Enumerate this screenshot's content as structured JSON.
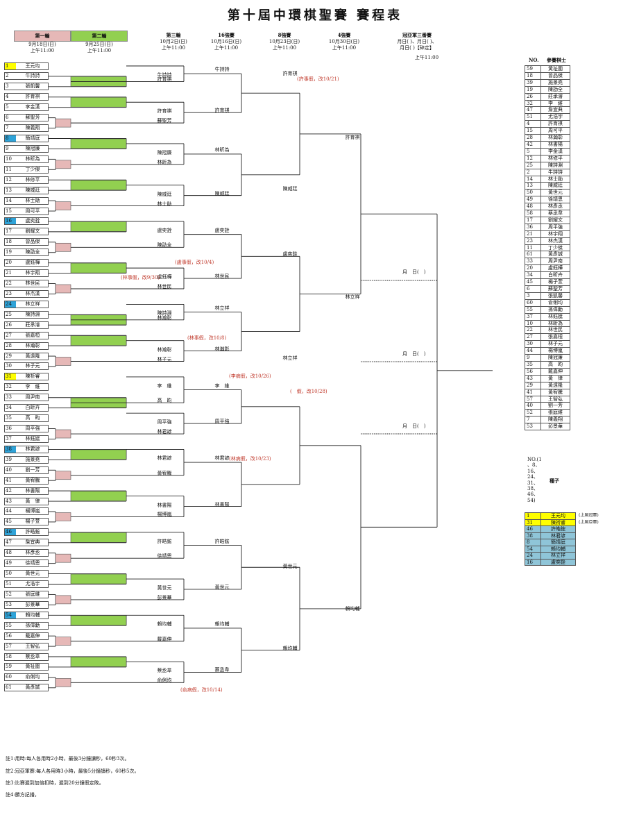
{
  "title": "第十屆中環棋聖賽 賽程表",
  "round_headers": [
    {
      "label": "第一輪",
      "date": "9月18日(日)",
      "time": "上午11:00",
      "bg": "#e6b8b7"
    },
    {
      "label": "第二輪",
      "date": "9月25日(日)",
      "time": "上午11:00",
      "bg": "#92d050"
    },
    {
      "label": "第三輪",
      "date": "10月2日(日)",
      "time": "上午11:00",
      "bg": ""
    },
    {
      "label": "16強賽",
      "date": "10月16日(日)",
      "time": "上午11:00",
      "bg": ""
    },
    {
      "label": "8強賽",
      "date": "10月23日(日)",
      "time": "上午11:00",
      "bg": ""
    },
    {
      "label": "4強賽",
      "date": "10月30日(日)",
      "time": "上午11:00",
      "bg": ""
    }
  ],
  "final_header": {
    "label": "冠亞軍三番賽",
    "line2": "月日( )、月日( )、",
    "line3": "月日( )【碎定】",
    "time": "上午11:00"
  },
  "players": [
    {
      "num": "1",
      "name": "王元均",
      "color": "#ffff00"
    },
    {
      "num": "2",
      "name": "牛詩詩",
      "color": ""
    },
    {
      "num": "3",
      "name": "張凱馨",
      "color": ""
    },
    {
      "num": "4",
      "name": "許育祺",
      "color": ""
    },
    {
      "num": "5",
      "name": "李金漢",
      "color": ""
    },
    {
      "num": "6",
      "name": "蘇聖芳",
      "color": ""
    },
    {
      "num": "7",
      "name": "陳義翔",
      "color": ""
    },
    {
      "num": "8",
      "name": "簡靖庭",
      "color": "#2fa3d8"
    },
    {
      "num": "9",
      "name": "陳冠廉",
      "color": ""
    },
    {
      "num": "10",
      "name": "林昕為",
      "color": ""
    },
    {
      "num": "11",
      "name": "丁少傑",
      "color": ""
    },
    {
      "num": "12",
      "name": "林修平",
      "color": ""
    },
    {
      "num": "13",
      "name": "陳威廷",
      "color": ""
    },
    {
      "num": "14",
      "name": "林士勛",
      "color": ""
    },
    {
      "num": "15",
      "name": "周可平",
      "color": ""
    },
    {
      "num": "16",
      "name": "盧奕銓",
      "color": "#2fa3d8"
    },
    {
      "num": "17",
      "name": "劉耀文",
      "color": ""
    },
    {
      "num": "18",
      "name": "曾品傑",
      "color": ""
    },
    {
      "num": "19",
      "name": "陳劭全",
      "color": ""
    },
    {
      "num": "20",
      "name": "盧鈺樺",
      "color": ""
    },
    {
      "num": "21",
      "name": "林宇翔",
      "color": ""
    },
    {
      "num": "22",
      "name": "林世民",
      "color": ""
    },
    {
      "num": "23",
      "name": "林杰漢",
      "color": ""
    },
    {
      "num": "24",
      "name": "林立祥",
      "color": "#2fa3d8"
    },
    {
      "num": "25",
      "name": "陳詩淵",
      "color": ""
    },
    {
      "num": "26",
      "name": "莊承濬",
      "color": ""
    },
    {
      "num": "27",
      "name": "張嘉桓",
      "color": ""
    },
    {
      "num": "28",
      "name": "林瀚彰",
      "color": ""
    },
    {
      "num": "29",
      "name": "黃遠隆",
      "color": ""
    },
    {
      "num": "30",
      "name": "林子元",
      "color": ""
    },
    {
      "num": "31",
      "name": "陳祈睿",
      "color": "#ffff00"
    },
    {
      "num": "32",
      "name": "李　維",
      "color": ""
    },
    {
      "num": "33",
      "name": "周尹南",
      "color": ""
    },
    {
      "num": "34",
      "name": "白昕卉",
      "color": ""
    },
    {
      "num": "35",
      "name": "高　昀",
      "color": ""
    },
    {
      "num": "36",
      "name": "周平強",
      "color": ""
    },
    {
      "num": "37",
      "name": "林鈺娗",
      "color": ""
    },
    {
      "num": "38",
      "name": "林君諺",
      "color": "#2fa3d8"
    },
    {
      "num": "39",
      "name": "施景堯",
      "color": ""
    },
    {
      "num": "40",
      "name": "劉一芳",
      "color": ""
    },
    {
      "num": "41",
      "name": "黃宥騰",
      "color": ""
    },
    {
      "num": "42",
      "name": "林書陽",
      "color": ""
    },
    {
      "num": "43",
      "name": "黃　律",
      "color": ""
    },
    {
      "num": "44",
      "name": "楊博嵐",
      "color": ""
    },
    {
      "num": "45",
      "name": "楊子萱",
      "color": ""
    },
    {
      "num": "46",
      "name": "許皓鋐",
      "color": "#2fa3d8"
    },
    {
      "num": "47",
      "name": "詹宜典",
      "color": ""
    },
    {
      "num": "48",
      "name": "林彥丞",
      "color": ""
    },
    {
      "num": "49",
      "name": "徐靖恩",
      "color": ""
    },
    {
      "num": "50",
      "name": "黃世元",
      "color": ""
    },
    {
      "num": "51",
      "name": "尤浩宇",
      "color": ""
    },
    {
      "num": "52",
      "name": "張庭維",
      "color": ""
    },
    {
      "num": "53",
      "name": "彭景華",
      "color": ""
    },
    {
      "num": "54",
      "name": "賴均輔",
      "color": "#2fa3d8"
    },
    {
      "num": "55",
      "name": "孫偉勳",
      "color": ""
    },
    {
      "num": "56",
      "name": "戴嘉伸",
      "color": ""
    },
    {
      "num": "57",
      "name": "王智弘",
      "color": ""
    },
    {
      "num": "58",
      "name": "蔡丞韋",
      "color": ""
    },
    {
      "num": "59",
      "name": "黃祉圍",
      "color": ""
    },
    {
      "num": "60",
      "name": "俞俐均",
      "color": ""
    },
    {
      "num": "61",
      "name": "黃彥誠",
      "color": ""
    }
  ],
  "round3_winners": [
    "牛詩詩",
    "許育祺",
    "蘇聖芳",
    "陳冠廉",
    "林昕為",
    "陳威廷",
    "林士勛",
    "盧奕銓",
    "陳劭全",
    "盧鈺樺",
    "林世民",
    "陳詩淵",
    "林瀚彰",
    "林子元",
    "李　維",
    "高　昀",
    "周平強",
    "林君諺",
    "黃宥騰",
    "林書陽",
    "楊博嵐",
    "許皓鋐",
    "徐靖恩",
    "黃世元",
    "彭景華",
    "賴均輔",
    "戴嘉伸",
    "蔡丞韋",
    "俞俐均"
  ],
  "r16_winners": [
    "牛詩詩",
    "許育祺",
    "林昕為",
    "陳威廷",
    "盧奕銓",
    "林世民",
    "林立祥",
    "林瀚彰",
    "李　維",
    "周平強",
    "林君諺",
    "林書陽",
    "許皓鋐",
    "黃世元",
    "賴均輔",
    "蔡丞韋"
  ],
  "qf_winners": [
    "許育祺",
    "陳威廷",
    "盧奕銓",
    "林立祥",
    "黃世元",
    "賴均輔"
  ],
  "sf_winners": [
    "許育祺",
    "林立祥",
    "賴均輔"
  ],
  "final_slots": [
    "月　日(　)",
    "月　日(　)",
    "月　日(　)"
  ],
  "notes": [
    "(許事假，改10/21)",
    "(盧事假，改10/4)",
    "(林事假，改9/30)",
    "(林事假，改10/8)",
    "(李病假，改10/26)",
    "(　假，改10/28)",
    "(林病假，改10/23)",
    "(俞病假，改10/14)"
  ],
  "participant_list": {
    "header_no": "NO.",
    "header_name": "參賽棋士",
    "rows": [
      [
        "59",
        "黃祉圍"
      ],
      [
        "18",
        "曾品傑"
      ],
      [
        "39",
        "施景堯"
      ],
      [
        "19",
        "陳劭全"
      ],
      [
        "26",
        "莊承濬"
      ],
      [
        "32",
        "李　維"
      ],
      [
        "47",
        "詹宜典"
      ],
      [
        "51",
        "尤浩宇"
      ],
      [
        "4",
        "許育祺"
      ],
      [
        "15",
        "周可平"
      ],
      [
        "28",
        "林瀚彰"
      ],
      [
        "42",
        "林書陽"
      ],
      [
        "5",
        "李金漢"
      ],
      [
        "12",
        "林修平"
      ],
      [
        "25",
        "陳詩淵"
      ],
      [
        "2",
        "牛詩詩"
      ],
      [
        "14",
        "林士勛"
      ],
      [
        "13",
        "陳威廷"
      ],
      [
        "50",
        "黃世元"
      ],
      [
        "49",
        "徐靖恩"
      ],
      [
        "48",
        "林彥丞"
      ],
      [
        "58",
        "蔡丞韋"
      ],
      [
        "17",
        "劉耀文"
      ],
      [
        "36",
        "周平強"
      ],
      [
        "21",
        "林宇翔"
      ],
      [
        "23",
        "林杰漢"
      ],
      [
        "11",
        "丁少傑"
      ],
      [
        "61",
        "黃彥誠"
      ],
      [
        "33",
        "周尹南"
      ],
      [
        "20",
        "盧鈺樺"
      ],
      [
        "34",
        "白昕卉"
      ],
      [
        "45",
        "楊子萱"
      ],
      [
        "6",
        "蘇聖芳"
      ],
      [
        "3",
        "張凱馨"
      ],
      [
        "60",
        "俞俐均"
      ],
      [
        "55",
        "孫偉勳"
      ],
      [
        "37",
        "林鈺娗"
      ],
      [
        "10",
        "林昕為"
      ],
      [
        "22",
        "林世民"
      ],
      [
        "27",
        "張嘉桓"
      ],
      [
        "30",
        "林子元"
      ],
      [
        "44",
        "楊博嵐"
      ],
      [
        "9",
        "陳冠廉"
      ],
      [
        "35",
        "高　昀"
      ],
      [
        "56",
        "戴嘉伸"
      ],
      [
        "43",
        "黃　律"
      ],
      [
        "29",
        "黃遠隆"
      ],
      [
        "41",
        "黃宥騰"
      ],
      [
        "57",
        "王智弘"
      ],
      [
        "40",
        "劉一芳"
      ],
      [
        "52",
        "張庭維"
      ],
      [
        "7",
        "陳義翔"
      ],
      [
        "53",
        "彭景華"
      ]
    ]
  },
  "seed_legend": {
    "lines": [
      "NO.(1",
      "、8、",
      "16、",
      "24、",
      "31、",
      "38、",
      "46、",
      "54)"
    ],
    "label": "種子"
  },
  "seed_table": [
    {
      "num": "1",
      "name": "王元均",
      "note": "(上屆冠軍)",
      "color": "#ffff00"
    },
    {
      "num": "31",
      "name": "陳祈睿",
      "note": "(上屆亞軍)",
      "color": "#ffff00"
    },
    {
      "num": "46",
      "name": "許皓鋐",
      "note": "",
      "color": "#8fc5d8"
    },
    {
      "num": "38",
      "name": "林君諺",
      "note": "",
      "color": "#8fc5d8"
    },
    {
      "num": "8",
      "name": "簡靖庭",
      "note": "",
      "color": "#8fc5d8"
    },
    {
      "num": "54",
      "name": "賴均輔",
      "note": "",
      "color": "#8fc5d8"
    },
    {
      "num": "24",
      "name": "林立祥",
      "note": "",
      "color": "#8fc5d8"
    },
    {
      "num": "16",
      "name": "盧奕銓",
      "note": "",
      "color": "#8fc5d8"
    }
  ],
  "footnotes": [
    "註1:用時:每人各用時2小時，最後3分鐘讀秒，60秒3次。",
    "註2:冠亞軍賽:每人各用時3小時，最後5分鐘讀秒，60秒5次。",
    "註3:比賽遲到加倍扣時，遲到20分鐘假定敗。",
    "註4:勝方記譜。"
  ],
  "colors": {
    "round1": "#e6b8b7",
    "round2": "#92d050",
    "seed_blue": "#2fa3d8",
    "seed_yellow": "#ffff00",
    "note_red": "#c0392b"
  }
}
